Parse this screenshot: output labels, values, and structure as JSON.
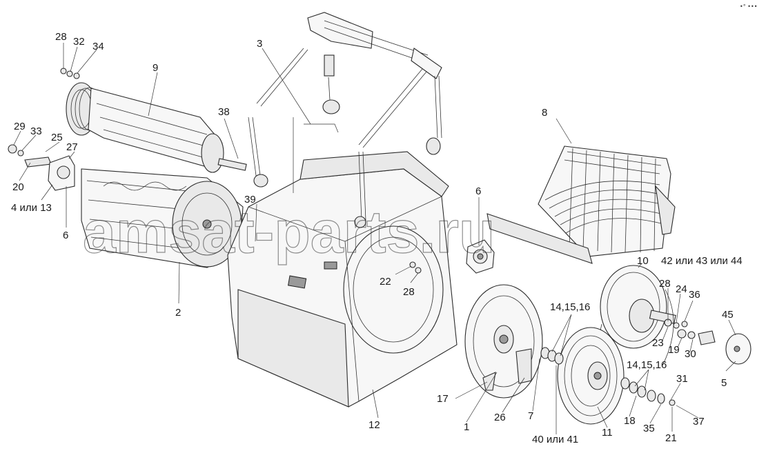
{
  "diagram": {
    "watermark": "amsat-parts.ru",
    "corner_mark": "•° •••",
    "callouts": [
      {
        "id": "c28a",
        "text": "28"
      },
      {
        "id": "c32",
        "text": "32"
      },
      {
        "id": "c34",
        "text": "34"
      },
      {
        "id": "c9",
        "text": "9"
      },
      {
        "id": "c3",
        "text": "3"
      },
      {
        "id": "c38",
        "text": "38"
      },
      {
        "id": "c29",
        "text": "29"
      },
      {
        "id": "c33",
        "text": "33"
      },
      {
        "id": "c25",
        "text": "25"
      },
      {
        "id": "c27",
        "text": "27"
      },
      {
        "id": "c20",
        "text": "20"
      },
      {
        "id": "c4or13",
        "text": "4 или 13"
      },
      {
        "id": "c6a",
        "text": "6"
      },
      {
        "id": "c39",
        "text": "39"
      },
      {
        "id": "c2",
        "text": "2"
      },
      {
        "id": "c8",
        "text": "8"
      },
      {
        "id": "c6b",
        "text": "6"
      },
      {
        "id": "c22",
        "text": "22"
      },
      {
        "id": "c28b",
        "text": "28"
      },
      {
        "id": "c10",
        "text": "10"
      },
      {
        "id": "c42",
        "text": "42 или 43 или 44"
      },
      {
        "id": "c28c",
        "text": "28"
      },
      {
        "id": "c24",
        "text": "24"
      },
      {
        "id": "c36",
        "text": "36"
      },
      {
        "id": "c141516a",
        "text": "14,15,16"
      },
      {
        "id": "c45",
        "text": "45"
      },
      {
        "id": "c23",
        "text": "23"
      },
      {
        "id": "c19",
        "text": "19"
      },
      {
        "id": "c30",
        "text": "30"
      },
      {
        "id": "c5",
        "text": "5"
      },
      {
        "id": "c141516b",
        "text": "14,15,16"
      },
      {
        "id": "c31",
        "text": "31"
      },
      {
        "id": "c17",
        "text": "17"
      },
      {
        "id": "c12",
        "text": "12"
      },
      {
        "id": "c1",
        "text": "1"
      },
      {
        "id": "c26",
        "text": "26"
      },
      {
        "id": "c7",
        "text": "7"
      },
      {
        "id": "c18",
        "text": "18"
      },
      {
        "id": "c35",
        "text": "35"
      },
      {
        "id": "c37",
        "text": "37"
      },
      {
        "id": "c4041",
        "text": "40 или 41"
      },
      {
        "id": "c11",
        "text": "11"
      },
      {
        "id": "c21",
        "text": "21"
      }
    ]
  }
}
